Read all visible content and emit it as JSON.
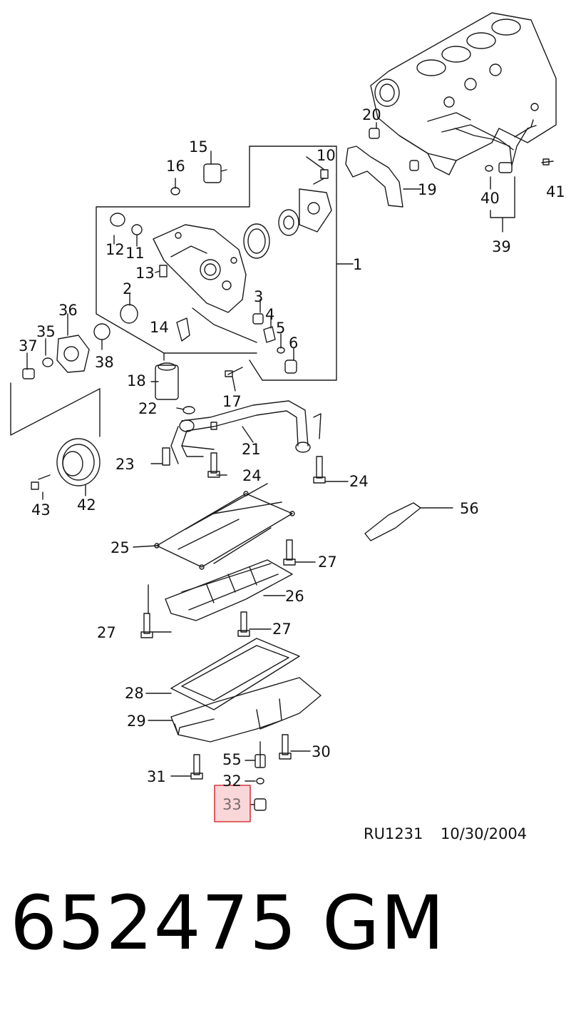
{
  "diagram": {
    "callouts": [
      "1",
      "2",
      "3",
      "4",
      "5",
      "6",
      "10",
      "11",
      "12",
      "13",
      "14",
      "15",
      "16",
      "17",
      "18",
      "19",
      "20",
      "21",
      "22",
      "23",
      "24",
      "24",
      "25",
      "26",
      "27",
      "27",
      "27",
      "28",
      "29",
      "30",
      "31",
      "32",
      "33",
      "35",
      "36",
      "37",
      "38",
      "39",
      "40",
      "41",
      "42",
      "43",
      "55",
      "56"
    ],
    "highlighted_callout": "33",
    "highlight_color": "#d9363e",
    "drawing_code": "RU1231",
    "drawing_date": "10/30/2004"
  },
  "part_number": "652475",
  "brand": "GM"
}
